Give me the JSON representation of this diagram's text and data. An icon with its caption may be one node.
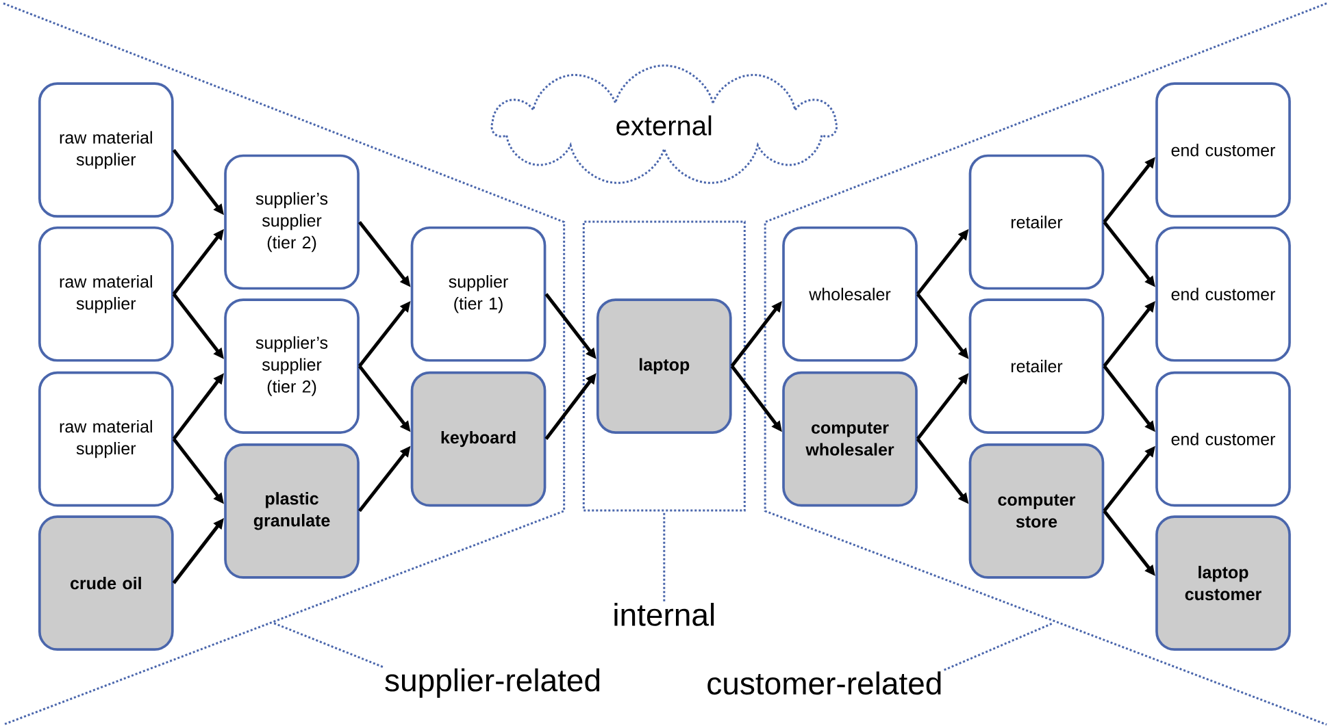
{
  "diagram": {
    "nodes": [
      {
        "text": [
          "external"
        ]
      },
      {
        "text": [
          "raw material supplier"
        ]
      },
      {
        "text": [
          "raw material supplier"
        ]
      },
      {
        "text": [
          "raw material supplier"
        ]
      },
      {
        "text": [
          "crude oil"
        ]
      },
      {
        "text": [
          "supplier’s supplier (tier 2)"
        ]
      },
      {
        "text": [
          "supplier’s supplier (tier 2)"
        ]
      },
      {
        "text": [
          "plastic granulate"
        ]
      },
      {
        "text": [
          "supplier (tier 1)"
        ]
      },
      {
        "text": [
          "keyboard"
        ]
      },
      {
        "text": [],
        "shape": "box"
      },
      {
        "text": [
          "laptop"
        ],
        "in": 10
      },
      {
        "text": [
          "wholesaler"
        ]
      },
      {
        "text": [
          "computer wholesaler"
        ]
      },
      {
        "text": [
          "retailer"
        ]
      },
      {
        "text": [
          "retailer"
        ]
      },
      {
        "text": [
          "computer store"
        ]
      },
      {
        "text": [
          "end customer"
        ]
      },
      {
        "text": [
          "end customer"
        ]
      },
      {
        "text": [
          "end customer"
        ]
      },
      {
        "text": [
          "laptop customer"
        ]
      },
      {
        "text": [
          "internal"
        ]
      },
      {
        "text": [
          "supplier-related"
        ]
      },
      {
        "text": [
          "customer-related"
        ]
      }
    ],
    "edges": [
      {
        "from": 1,
        "to": 5,
        "arrow": "to"
      },
      {
        "from": 2,
        "to": 5,
        "arrow": "to"
      },
      {
        "from": 2,
        "to": 6,
        "arrow": "to"
      },
      {
        "from": 3,
        "to": 6,
        "arrow": "to"
      },
      {
        "from": 3,
        "to": 7,
        "arrow": "to"
      },
      {
        "from": 4,
        "to": 7,
        "arrow": "to"
      },
      {
        "from": 5,
        "to": 8,
        "arrow": "to"
      },
      {
        "from": 6,
        "to": 8,
        "arrow": "to"
      },
      {
        "from": 6,
        "to": 9,
        "arrow": "to"
      },
      {
        "from": 7,
        "to": 9,
        "arrow": "to"
      },
      {
        "from": 8,
        "to": 11,
        "arrow": "to"
      },
      {
        "from": 9,
        "to": 11,
        "arrow": "to"
      },
      {
        "from": 11,
        "to": 12,
        "arrow": "to"
      },
      {
        "from": 11,
        "to": 13,
        "arrow": "to"
      },
      {
        "from": 12,
        "to": 14,
        "arrow": "to"
      },
      {
        "from": 12,
        "to": 15,
        "arrow": "to"
      },
      {
        "from": 13,
        "to": 15,
        "arrow": "to"
      },
      {
        "from": 13,
        "to": 16,
        "arrow": "to"
      },
      {
        "from": 14,
        "to": 17,
        "arrow": "to"
      },
      {
        "from": 14,
        "to": 18,
        "arrow": "to"
      },
      {
        "from": 15,
        "to": 18,
        "arrow": "to"
      },
      {
        "from": 15,
        "to": 19,
        "arrow": "to"
      },
      {
        "from": 16,
        "to": 19,
        "arrow": "to"
      },
      {
        "from": 16,
        "to": 20,
        "arrow": "to"
      },
      {
        "from": 21,
        "to": 10,
        "arrow": "none",
        "style": "dashed",
        "color": "#4a66ac"
      },
      {
        "from": 22,
        "to": null,
        "arrow": "none",
        "style": "dashed",
        "color": "#4a66ac"
      },
      {
        "from": 23,
        "to": null,
        "arrow": "none",
        "style": "dashed",
        "color": "#4a66ac"
      }
    ]
  }
}
